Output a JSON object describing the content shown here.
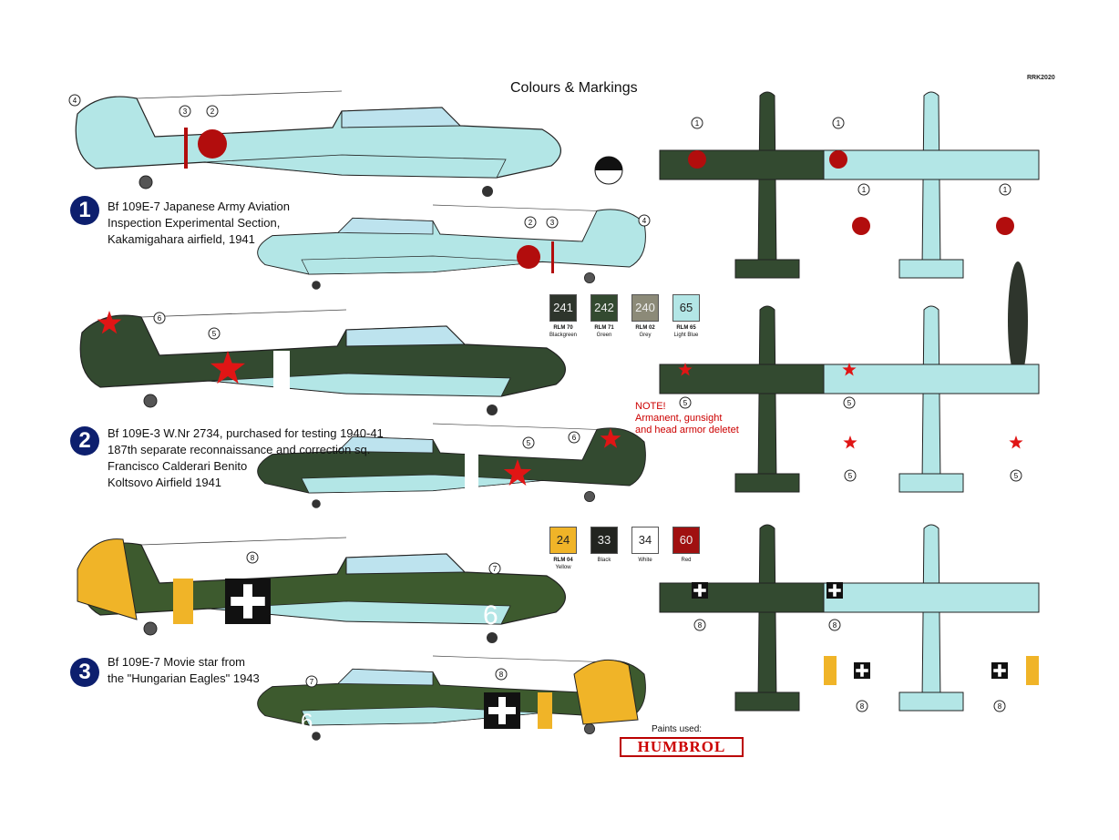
{
  "header": {
    "title": "Colours & Markings",
    "code": "RRK2020"
  },
  "schemes": [
    {
      "number": "1",
      "caption": [
        "Bf 109E-7 Japanese Army Aviation",
        "Inspection Experimental Section,",
        "Kakamigahara airfield, 1941"
      ]
    },
    {
      "number": "2",
      "caption": [
        "Bf 109E-3 W.Nr 2734, purchased for testing 1940-41",
        "187th separate reconnaissance and correction sq.",
        "Francisco Calderari Benito",
        "Koltsovo Airfield 1941"
      ]
    },
    {
      "number": "3",
      "caption": [
        "Bf 109E-7 Movie star from",
        "the \"Hungarian Eagles\" 1943"
      ]
    }
  ],
  "palette1": [
    {
      "code": "241",
      "rlm": "RLM 70",
      "name": "Blackgreen",
      "color": "#2e352c"
    },
    {
      "code": "242",
      "rlm": "RLM 71",
      "name": "Green",
      "color": "#334a30"
    },
    {
      "code": "240",
      "rlm": "RLM 02",
      "name": "Grey",
      "color": "#8c8a78"
    },
    {
      "code": "65",
      "rlm": "RLM 65",
      "name": "Light Blue",
      "color": "#b3e6e6"
    }
  ],
  "palette2": [
    {
      "code": "24",
      "rlm": "RLM 04",
      "name": "Yellow",
      "color": "#f0b428"
    },
    {
      "code": "33",
      "rlm": "",
      "name": "Black",
      "color": "#222420"
    },
    {
      "code": "34",
      "rlm": "",
      "name": "White",
      "color": "#ffffff"
    },
    {
      "code": "60",
      "rlm": "",
      "name": "Red",
      "color": "#a01010"
    }
  ],
  "note": [
    "NOTE!",
    "Armanent, gunsight",
    "and head armor deletet"
  ],
  "paints_label": "Paints used:",
  "brand": "HUMBROL",
  "callouts": [
    "1",
    "2",
    "3",
    "4",
    "5",
    "6",
    "7",
    "8"
  ],
  "side_markings": {
    "numeral": "6"
  }
}
